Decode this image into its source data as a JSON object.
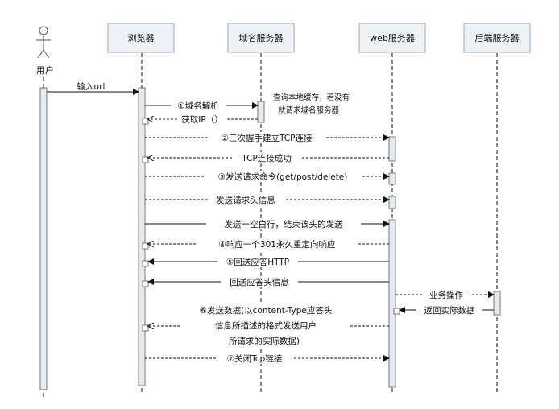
{
  "participants": [
    {
      "id": "user",
      "label": "用户",
      "actor": true
    },
    {
      "id": "browser",
      "label": "浏览器"
    },
    {
      "id": "dns",
      "label": "域名服务器"
    },
    {
      "id": "web",
      "label": "web服务器"
    },
    {
      "id": "backend",
      "label": "后端服务器"
    }
  ],
  "messages": [
    {
      "from": "user",
      "to": "browser",
      "label": "输入url",
      "style": "solid"
    },
    {
      "from": "browser",
      "to": "dns",
      "label": "①域名解析",
      "style": "solid"
    },
    {
      "from": "dns",
      "to": "browser",
      "label": "获取IP（）",
      "style": "dashed"
    },
    {
      "from": "browser",
      "to": "web",
      "label": "②三次握手建立TCP连接",
      "style": "dashed"
    },
    {
      "from": "web",
      "to": "browser",
      "label": "TCP连接成功",
      "style": "dashed"
    },
    {
      "from": "browser",
      "to": "web",
      "label": "③发送请求命令(get/post/delete)",
      "style": "dashed"
    },
    {
      "from": "browser",
      "to": "web",
      "label": "发送请求头信息",
      "style": "dashed"
    },
    {
      "from": "browser",
      "to": "web",
      "label": "发送一空白行，结束该头的发送",
      "style": "solid"
    },
    {
      "from": "web",
      "to": "browser",
      "label": "④响应一个301永久重定向响应",
      "style": "dashed"
    },
    {
      "from": "web",
      "to": "browser",
      "label": "⑤回送应答HTTP",
      "style": "solid"
    },
    {
      "from": "web",
      "to": "browser",
      "label": "回送应答头信息",
      "style": "solid"
    },
    {
      "from": "web",
      "to": "backend",
      "label": "业务操作",
      "style": "dashed"
    },
    {
      "from": "backend",
      "to": "web",
      "label": "返回实际数据",
      "style": "solid"
    },
    {
      "from": "web",
      "to": "browser",
      "label": "⑥发送数据(以content-Type应答头",
      "label_lines": [
        "⑥发送数据(以content-Type应答头",
        "信息所描述的格式发送用户",
        "所请求的实际数据)"
      ],
      "style": "dashed"
    },
    {
      "from": "browser",
      "to": "web",
      "label": "⑦关闭Tcp链接",
      "style": "dashed"
    }
  ],
  "note": {
    "lines": [
      "查询本地缓存，若没有",
      "就请求域名服务器"
    ]
  }
}
